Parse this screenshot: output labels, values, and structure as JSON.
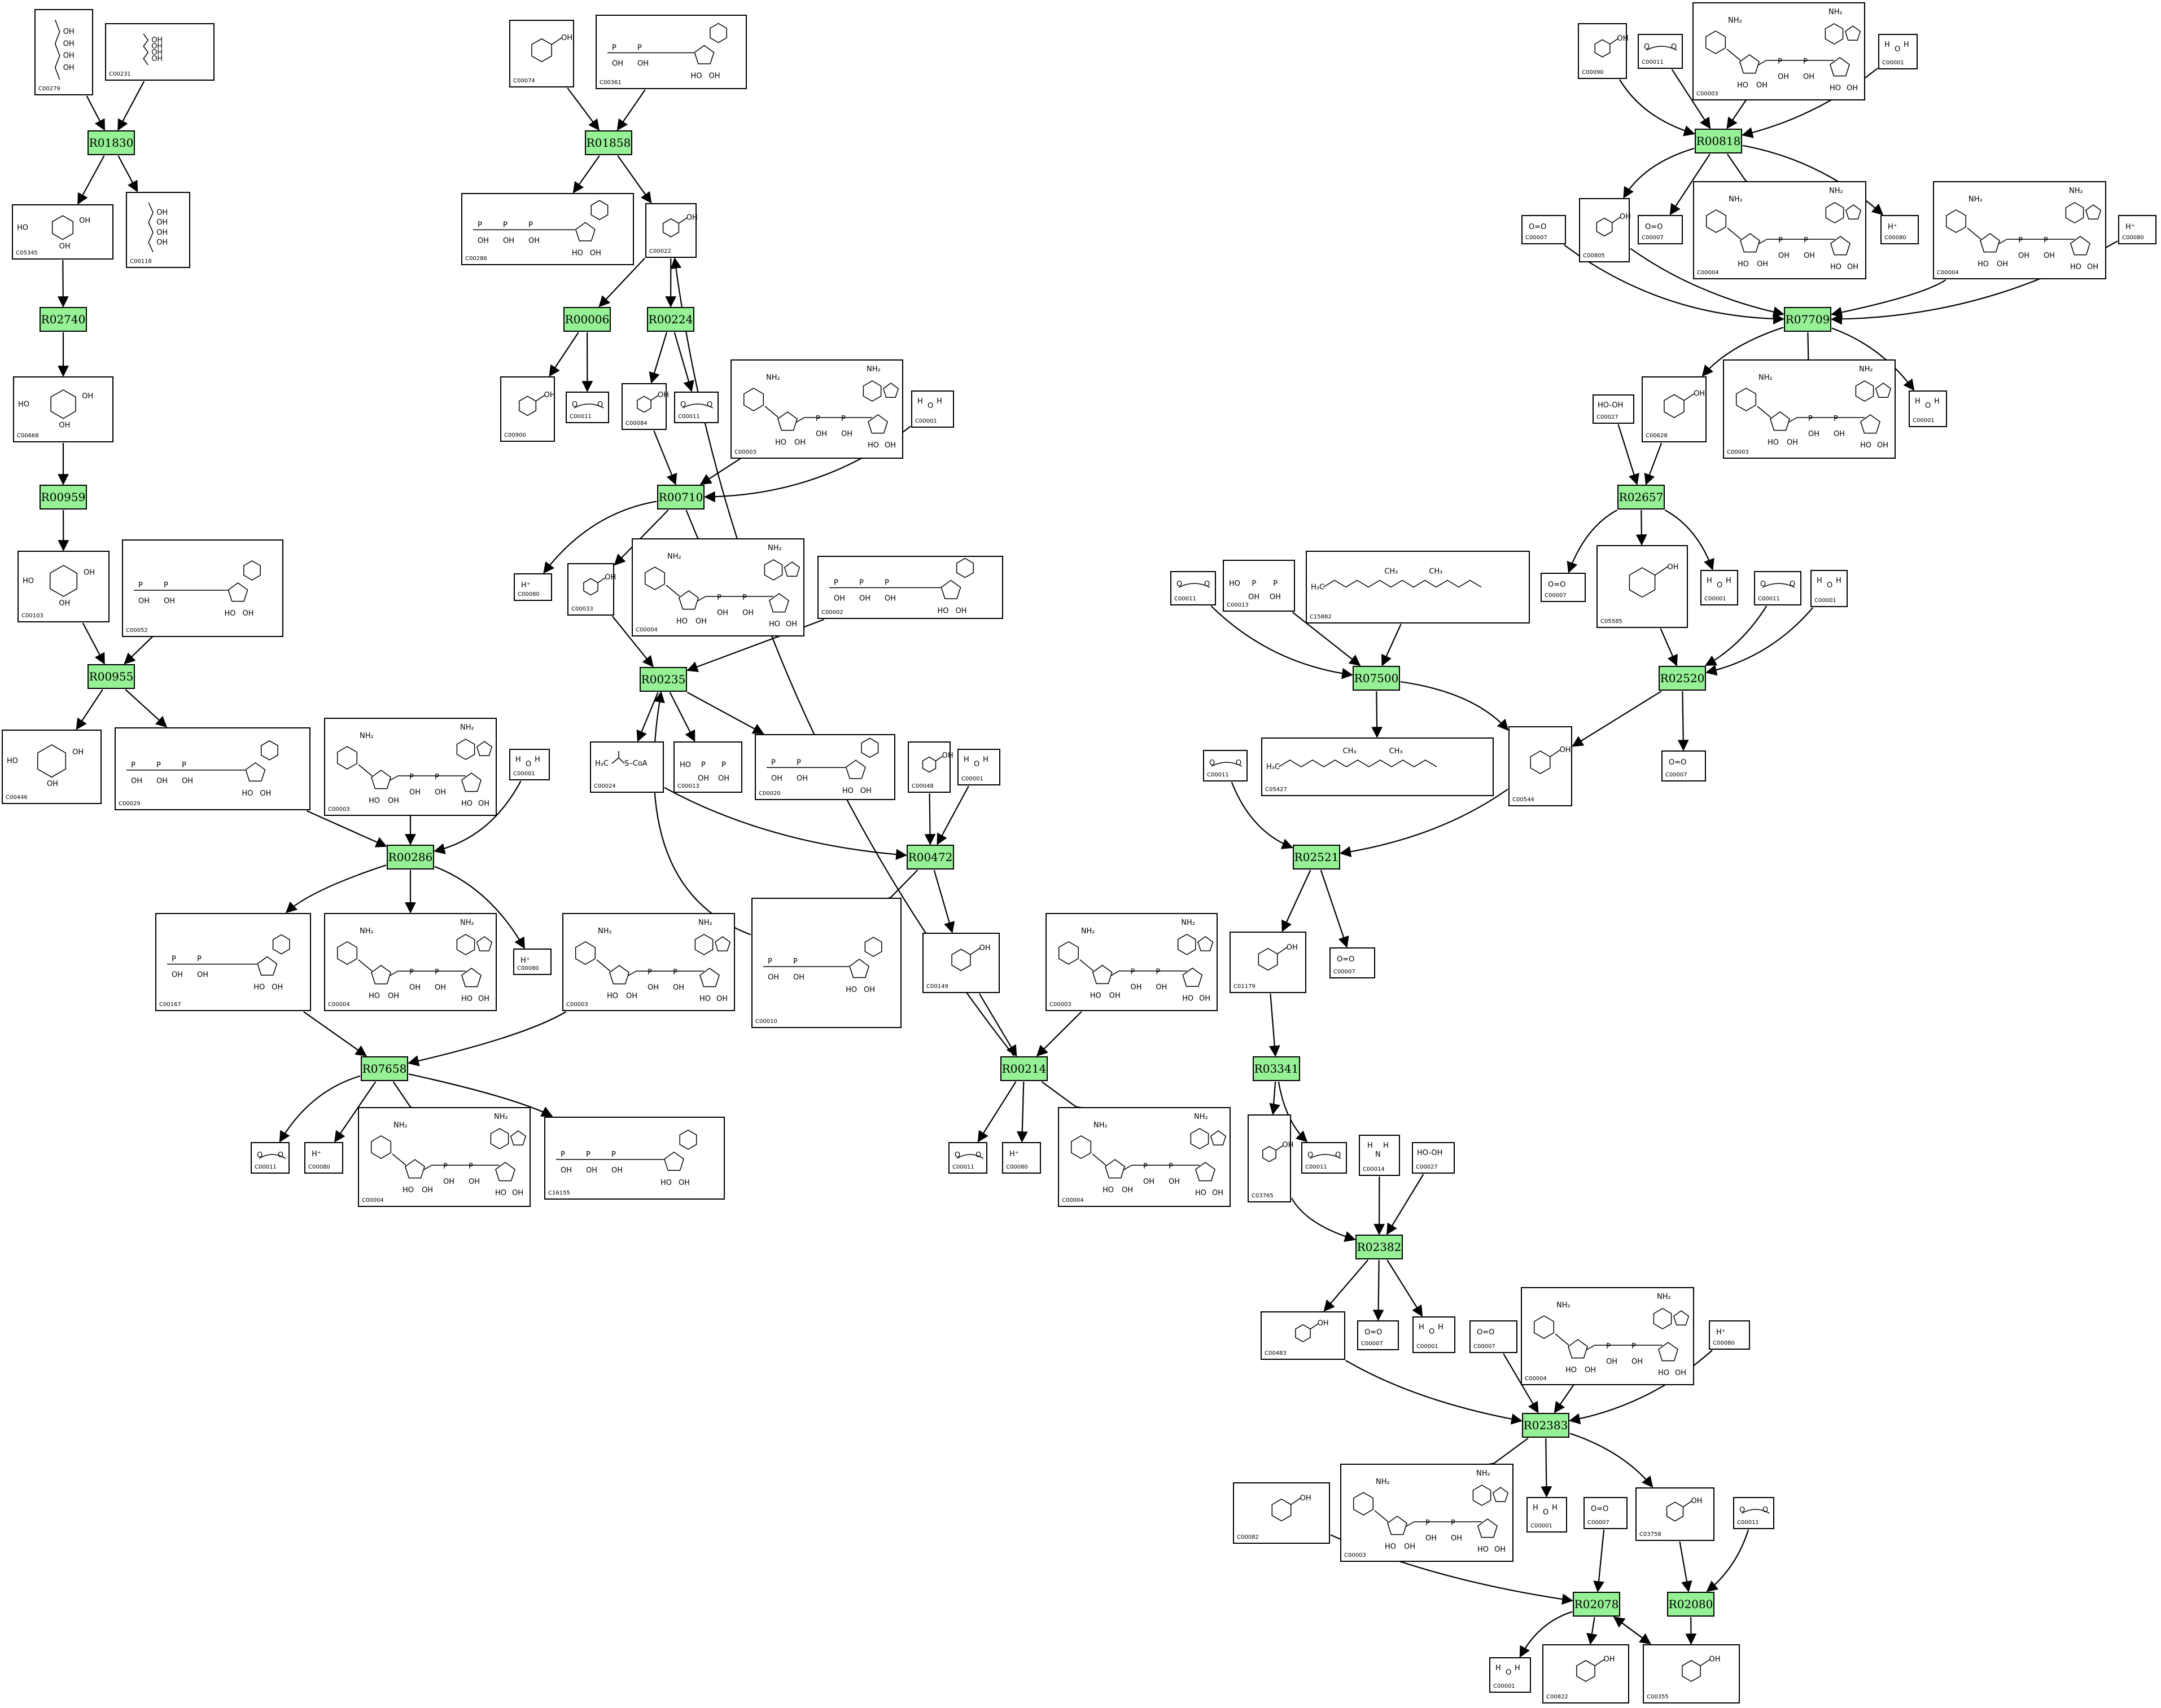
{
  "diagram": {
    "reactions": [
      {
        "id": "R01830",
        "label": "R01830"
      },
      {
        "id": "R01858",
        "label": "R01858"
      },
      {
        "id": "R00818",
        "label": "R00818"
      },
      {
        "id": "R02740",
        "label": "R02740"
      },
      {
        "id": "R00006",
        "label": "R00006"
      },
      {
        "id": "R00224",
        "label": "R00224"
      },
      {
        "id": "R07709",
        "label": "R07709"
      },
      {
        "id": "R00959",
        "label": "R00959"
      },
      {
        "id": "R00710",
        "label": "R00710"
      },
      {
        "id": "R02657",
        "label": "R02657"
      },
      {
        "id": "R00955",
        "label": "R00955"
      },
      {
        "id": "R00235",
        "label": "R00235"
      },
      {
        "id": "R07500",
        "label": "R07500"
      },
      {
        "id": "R02520",
        "label": "R02520"
      },
      {
        "id": "R00286",
        "label": "R00286"
      },
      {
        "id": "R00472",
        "label": "R00472"
      },
      {
        "id": "R02521",
        "label": "R02521"
      },
      {
        "id": "R07658",
        "label": "R07658"
      },
      {
        "id": "R00214",
        "label": "R00214"
      },
      {
        "id": "R03341",
        "label": "R03341"
      },
      {
        "id": "R02382",
        "label": "R02382"
      },
      {
        "id": "R02383",
        "label": "R02383"
      },
      {
        "id": "R02078",
        "label": "R02078"
      },
      {
        "id": "R02080",
        "label": "R02080"
      }
    ],
    "compounds": [
      {
        "key": "C00279",
        "label": "C00279"
      },
      {
        "key": "C00231",
        "label": "C00231"
      },
      {
        "key": "C05345",
        "label": "C05345"
      },
      {
        "key": "C00118",
        "label": "C00118"
      },
      {
        "key": "C00668",
        "label": "C00668"
      },
      {
        "key": "C00103",
        "label": "C00103"
      },
      {
        "key": "C00052",
        "label": "C00052"
      },
      {
        "key": "C00446",
        "label": "C00446"
      },
      {
        "key": "C00029",
        "label": "C00029"
      },
      {
        "key": "C00003_a",
        "label": "C00003"
      },
      {
        "key": "C00001_a",
        "label": "C00001"
      },
      {
        "key": "C00167",
        "label": "C00167"
      },
      {
        "key": "C00004_a",
        "label": "C00004"
      },
      {
        "key": "C00080_a",
        "label": "C00080"
      },
      {
        "key": "C00003_b",
        "label": "C00003"
      },
      {
        "key": "C00011_a",
        "label": "C00011"
      },
      {
        "key": "C00080_b",
        "label": "C00080"
      },
      {
        "key": "C00004_b",
        "label": "C00004"
      },
      {
        "key": "C16155",
        "label": "C16155"
      },
      {
        "key": "C00074",
        "label": "C00074"
      },
      {
        "key": "C00361",
        "label": "C00361"
      },
      {
        "key": "C00286",
        "label": "C00286"
      },
      {
        "key": "C00022",
        "label": "C00022"
      },
      {
        "key": "C00900",
        "label": "C00900"
      },
      {
        "key": "C00011_b",
        "label": "C00011"
      },
      {
        "key": "C00084",
        "label": "C00084"
      },
      {
        "key": "C00011_c",
        "label": "C00011"
      },
      {
        "key": "C00003_c",
        "label": "C00003"
      },
      {
        "key": "C00001_b",
        "label": "C00001"
      },
      {
        "key": "C00080_c",
        "label": "C00080"
      },
      {
        "key": "C00033",
        "label": "C00033"
      },
      {
        "key": "C00004_c",
        "label": "C00004"
      },
      {
        "key": "C00002",
        "label": "C00002"
      },
      {
        "key": "C00024",
        "label": "C00024"
      },
      {
        "key": "C00013_a",
        "label": "C00013"
      },
      {
        "key": "C00020",
        "label": "C00020"
      },
      {
        "key": "C00048",
        "label": "C00048"
      },
      {
        "key": "C00001_c",
        "label": "C00001"
      },
      {
        "key": "C00010",
        "label": "C00010"
      },
      {
        "key": "C00149",
        "label": "C00149"
      },
      {
        "key": "C00003_d",
        "label": "C00003"
      },
      {
        "key": "C00011_d",
        "label": "C00011"
      },
      {
        "key": "C00080_d",
        "label": "C00080"
      },
      {
        "key": "C00004_d",
        "label": "C00004"
      },
      {
        "key": "C00090",
        "label": "C00090"
      },
      {
        "key": "C00011_e",
        "label": "C00011"
      },
      {
        "key": "C00003_e",
        "label": "C00003"
      },
      {
        "key": "C00001_d",
        "label": "C00001"
      },
      {
        "key": "C00007_a",
        "label": "C00007"
      },
      {
        "key": "C00805",
        "label": "C00805"
      },
      {
        "key": "C00007_b",
        "label": "C00007"
      },
      {
        "key": "C00004_e",
        "label": "C00004"
      },
      {
        "key": "C00080_e",
        "label": "C00080"
      },
      {
        "key": "C00004_f",
        "label": "C00004"
      },
      {
        "key": "C00080_f",
        "label": "C00080"
      },
      {
        "key": "C00027_a",
        "label": "C00027"
      },
      {
        "key": "C00628",
        "label": "C00628"
      },
      {
        "key": "C00003_f",
        "label": "C00003"
      },
      {
        "key": "C00001_e",
        "label": "C00001"
      },
      {
        "key": "C00007_c",
        "label": "C00007"
      },
      {
        "key": "C05585",
        "label": "C05585"
      },
      {
        "key": "C00001_f",
        "label": "C00001"
      },
      {
        "key": "C00011_f",
        "label": "C00011"
      },
      {
        "key": "C00001_g",
        "label": "C00001"
      },
      {
        "key": "C00011_g",
        "label": "C00011"
      },
      {
        "key": "C00013_b",
        "label": "C00013"
      },
      {
        "key": "C15882",
        "label": "C15882"
      },
      {
        "key": "C00011_h",
        "label": "C00011"
      },
      {
        "key": "C05427",
        "label": "C05427"
      },
      {
        "key": "C00544",
        "label": "C00544"
      },
      {
        "key": "C00007_d",
        "label": "C00007"
      },
      {
        "key": "C01179",
        "label": "C01179"
      },
      {
        "key": "C00007_e",
        "label": "C00007"
      },
      {
        "key": "C03765",
        "label": "C03765"
      },
      {
        "key": "C00011_i",
        "label": "C00011"
      },
      {
        "key": "C00014",
        "label": "C00014"
      },
      {
        "key": "C00027_b",
        "label": "C00027"
      },
      {
        "key": "C00483",
        "label": "C00483"
      },
      {
        "key": "C00007_f",
        "label": "C00007"
      },
      {
        "key": "C00001_h",
        "label": "C00001"
      },
      {
        "key": "C00007_g",
        "label": "C00007"
      },
      {
        "key": "C00004_g",
        "label": "C00004"
      },
      {
        "key": "C00080_g",
        "label": "C00080"
      },
      {
        "key": "C00082",
        "label": "C00082"
      },
      {
        "key": "C00003_g",
        "label": "C00003"
      },
      {
        "key": "C00001_i",
        "label": "C00001"
      },
      {
        "key": "C00007_h",
        "label": "C00007"
      },
      {
        "key": "C03758",
        "label": "C03758"
      },
      {
        "key": "C00011_j",
        "label": "C00011"
      },
      {
        "key": "C00001_j",
        "label": "C00001"
      },
      {
        "key": "C00822",
        "label": "C00822"
      },
      {
        "key": "C00355",
        "label": "C00355"
      }
    ],
    "formulas": {
      "water": "H",
      "water_o": "O",
      "proton": "H⁺",
      "o2": "O=O",
      "h2o2": "HO-OH",
      "nh3": "N",
      "methyl": "H₃C",
      "ch3": "CH₃",
      "acetyl": "S–CoA",
      "nh2": "NH₂",
      "oh": "OH",
      "ho": "HO",
      "p": "P",
      "o": "O"
    },
    "colors": {
      "reaction_fill": "#96f096",
      "stroke": "#000000",
      "background": "#ffffff"
    }
  }
}
